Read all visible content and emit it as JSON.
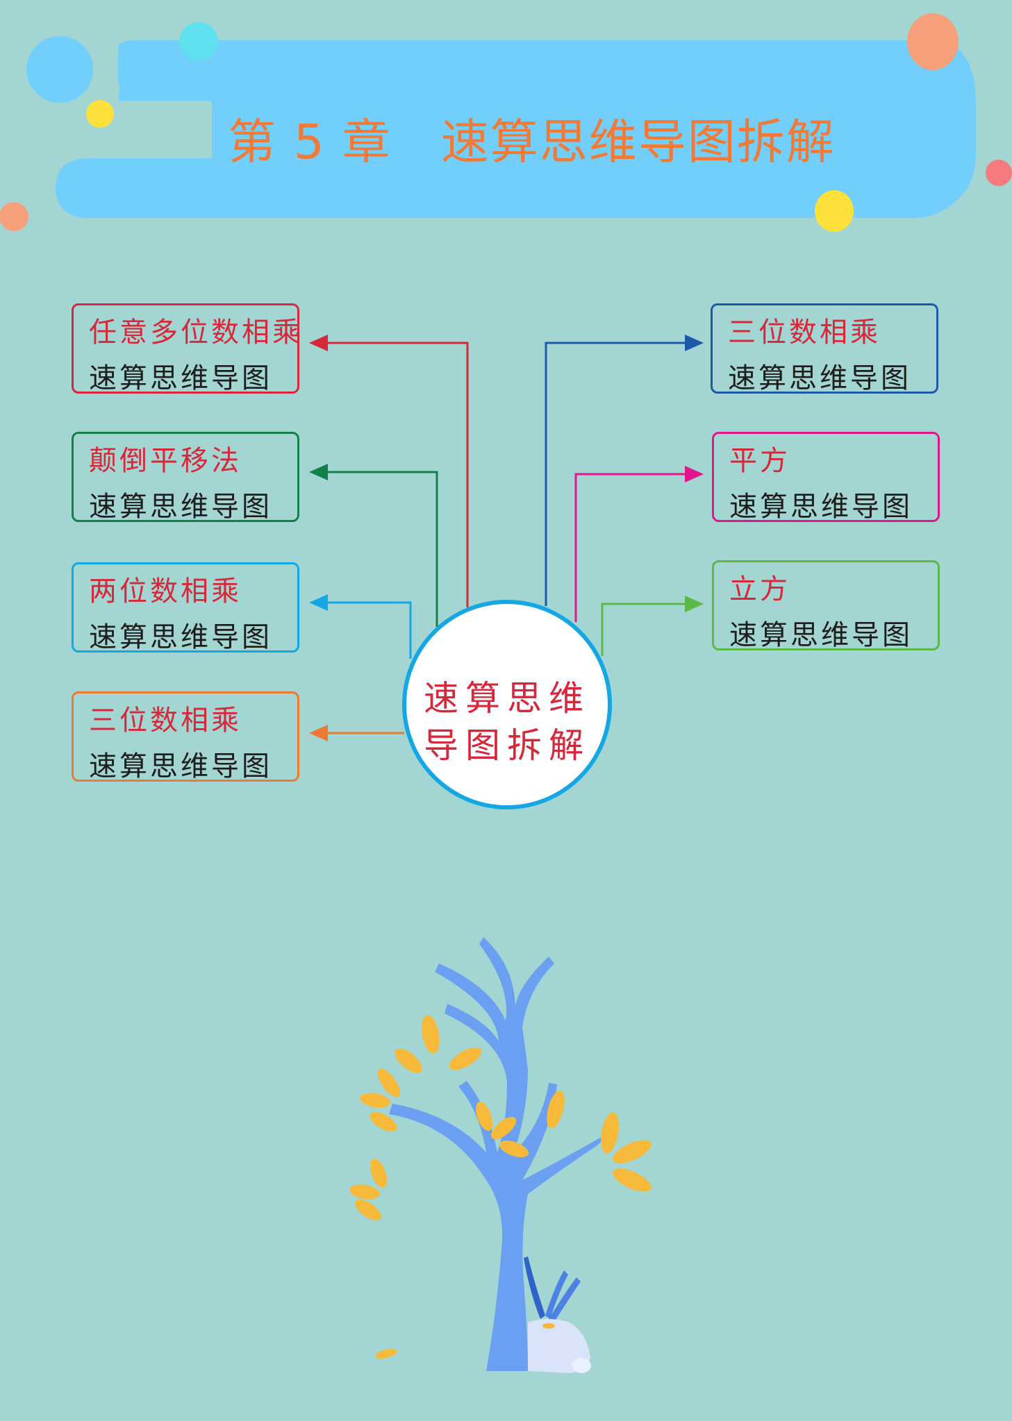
{
  "header": {
    "title": "第 5 章　速算思维导图拆解"
  },
  "center": {
    "line1": "速算思维",
    "line2": "导图拆解"
  },
  "left_nodes": [
    {
      "top": "任意多位数相乘",
      "bottom": "速算思维导图",
      "color": "#d6283a"
    },
    {
      "top": "颠倒平移法",
      "bottom": "速算思维导图",
      "color": "#128049"
    },
    {
      "top": "两位数相乘",
      "bottom": "速算思维导图",
      "color": "#14a7e3"
    },
    {
      "top": "三位数相乘",
      "bottom": "速算思维导图",
      "color": "#ec7a32"
    }
  ],
  "right_nodes": [
    {
      "top": "三位数相乘",
      "bottom": "速算思维导图",
      "color": "#1e58a8"
    },
    {
      "top": "平方",
      "bottom": "速算思维导图",
      "color": "#e5138c"
    },
    {
      "top": "立方",
      "bottom": "速算思维导图",
      "color": "#5db947"
    }
  ],
  "colors": {
    "background": "#a3d6d3",
    "banner": "#72cffc",
    "title": "#f07a36",
    "leaf": "#f6b93a",
    "tree": "#6a9ff2"
  }
}
